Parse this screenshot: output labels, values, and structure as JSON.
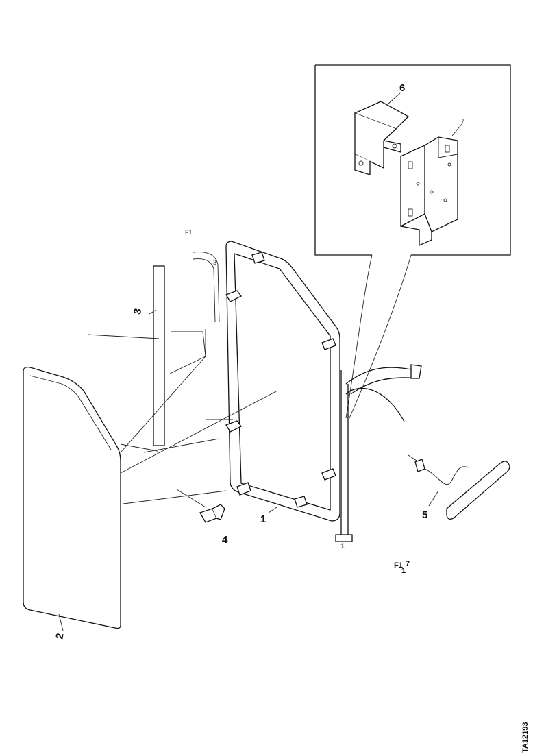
{
  "callouts": {
    "item1_frame": "1",
    "item2_panel": "2",
    "item3_strip": "3",
    "item4_bracket": "4",
    "item5_cable": "5",
    "item6_bracket": "6",
    "item7_plate": "7",
    "item1_lower": "1"
  },
  "small_marks": {
    "f1": "F1",
    "ref_a": "3",
    "ref_b": "7",
    "ref_c": "1"
  },
  "drawing_number": "TA12193"
}
